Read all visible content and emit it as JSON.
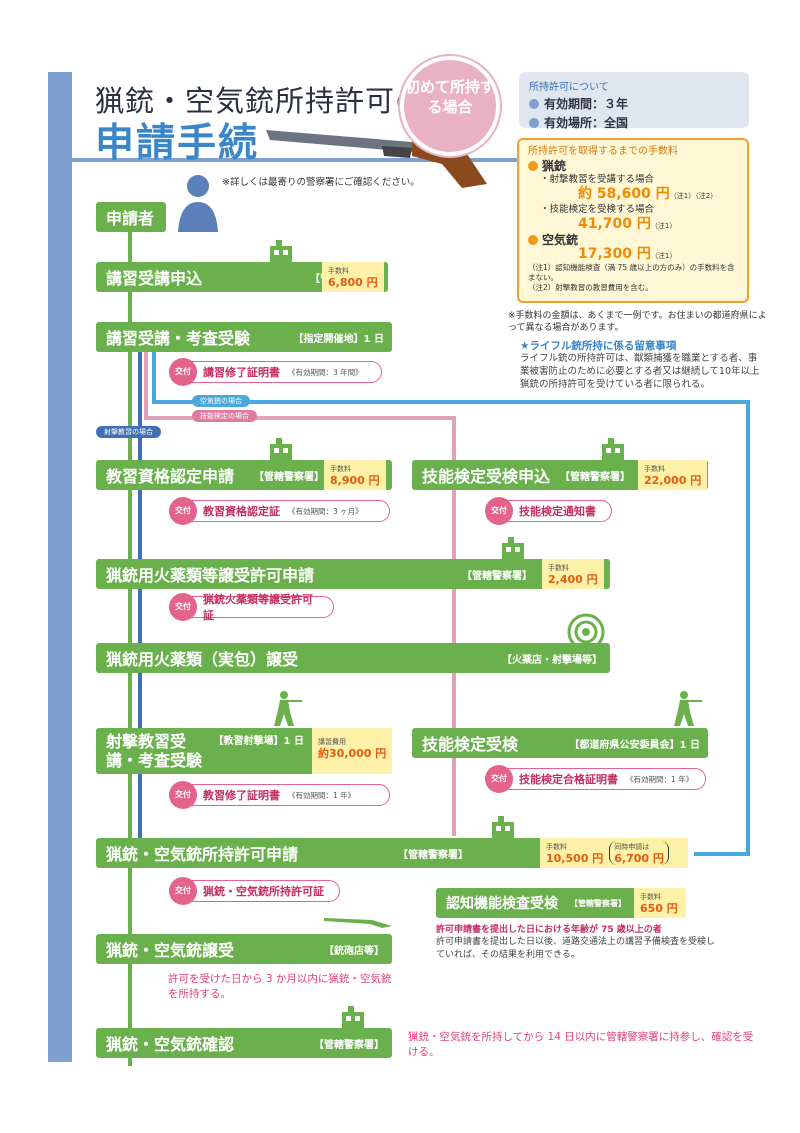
{
  "header": {
    "title_line1": "猟銃・空気銃所持許可の",
    "title_line2": "申請手続",
    "badge": "初めて所持する場合",
    "note": "※詳しくは最寄りの警察署にご確認ください。"
  },
  "info": {
    "heading": "所持許可について",
    "valid_period": "有効期間：３年",
    "valid_place": "有効場所：全国"
  },
  "fees_box": {
    "heading": "所持許可を取得するまでの手数料",
    "rifle": "猟銃",
    "case1": "・射撃教習を受講する場合",
    "case1_amount": "約 58,600 円",
    "case1_note": "（注1）（注2）",
    "case2": "・技能検定を受検する場合",
    "case2_amount": "41,700 円",
    "case2_note": "（注1）",
    "air": "空気銃",
    "air_amount": "17,300 円",
    "air_note": "（注1）",
    "note1": "（注1）認知機能検査（満 75 歳以上の方のみ）の手数料を含まない。",
    "note2": "（注2）射撃教習の教習費用を含む。"
  },
  "fee_note": "※手数料の金額は、あくまで一例です。お住まいの都道府県によって異なる場合があります。",
  "rifle_note": {
    "heading": "★ライフル銃所持に係る留意事項",
    "body": "ライフル銃の所持許可は、獣類捕獲を職業とする者、事業被害防止のために必要とする者又は継続して10年以上猟銃の所持許可を受けている者に限られる。"
  },
  "steps": {
    "s0": "申請者",
    "s1": "講習受講申込",
    "s1_place": "【管轄警察署】",
    "s1_fee_label": "手数料",
    "s1_fee": "6,800 円",
    "s2": "講習受講・考査受験",
    "s2_place": "【指定開催地】1 日",
    "c1": "講習修了証明書",
    "c1_valid": "《有効期間：3 年間》",
    "air_tag": "空気銃の場合",
    "skill_tag": "技能検定の場合",
    "shoot_tag": "射撃教習の場合",
    "s3": "教習資格認定申請",
    "s3_place": "【管轄警察署】",
    "s3_fee": "8,900 円",
    "s3b": "技能検定受検申込",
    "s3b_place": "【管轄警察署】",
    "s3b_fee": "22,000 円",
    "c2": "教習資格認定証",
    "c2_valid": "《有効期間：3 ヶ月》",
    "c2b": "技能検定通知書",
    "s4": "猟銃用火薬類等譲受許可申請",
    "s4_place": "【管轄警察署】",
    "s4_fee": "2,400 円",
    "c3": "猟銃火薬類等譲受許可証",
    "s5": "猟銃用火薬類（実包）譲受",
    "s5_place": "【火薬店・射撃場等】",
    "s6": "射撃教習受講・考査受験",
    "s6_place": "【教習射撃場】1 日",
    "s6_fee_label": "講習費用",
    "s6_fee": "約30,000 円",
    "s6b": "技能検定受検",
    "s6b_place": "【都道府県公安委員会】1 日",
    "c4": "教習修了証明書",
    "c4_valid": "《有効期間：1 年》",
    "c4b": "技能検定合格証明書",
    "c4b_valid": "《有効期間：1 年》",
    "s7": "猟銃・空気銃所持許可申請",
    "s7_place": "【管轄警察署】",
    "s7_fee": "10,500 円",
    "s7_fee2_label": "同時申請は",
    "s7_fee2": "6,700 円",
    "c5": "猟銃・空気銃所持許可証",
    "s7b": "認知機能検査受検",
    "s7b_place": "【管轄警察署】",
    "s7b_fee": "650 円",
    "s7b_note_h": "許可申請書を提出した日における年齢が 75 歳以上の者",
    "s7b_note": "許可申請書を提出した日以後、道路交通法上の講習予備検査を受検していれば、その結果を利用できる。",
    "s8": "猟銃・空気銃譲受",
    "s8_place": "【銃砲店等】",
    "s8_msg": "許可を受けた日から 3 か月以内に猟銃・空気銃を所持する。",
    "s9": "猟銃・空気銃確認",
    "s9_place": "【管轄警察署】",
    "s9_msg": "猟銃・空気銃を所持してから 14 日以内に管轄警察署に持参し、確認を受ける。",
    "issue": "交付",
    "fee_label": "手数料"
  }
}
